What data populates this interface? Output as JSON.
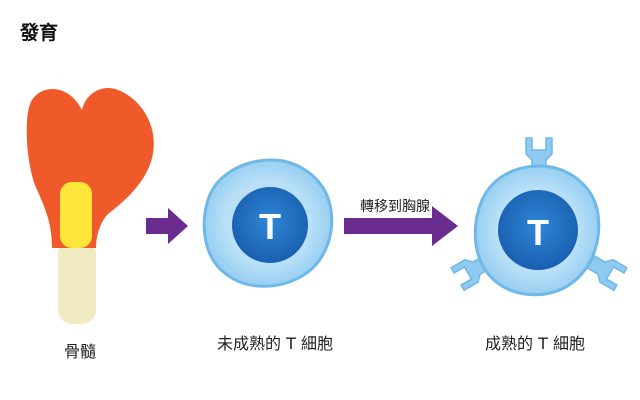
{
  "title": "發育",
  "labels": {
    "bone_marrow": "骨髓",
    "immature_t_cell": "未成熟的 T 細胞",
    "migration": "轉移到胸腺",
    "mature_t_cell": "成熟的 T 細胞"
  },
  "cell_letter": "T",
  "colors": {
    "bone_red": "#f05a2a",
    "bone_yellow": "#ffe63a",
    "bone_shaft": "#f1ebc2",
    "arrow_purple": "#6b2c8f",
    "cell_outer": "#a9d8f5",
    "cell_outer_stroke": "#6fb8e8",
    "nucleus": "#1e6fc4",
    "receptor": "#8fcaf0"
  },
  "icons": [
    "bone-marrow-icon",
    "t-cell-icon",
    "receptor-icon",
    "arrow-icon"
  ]
}
